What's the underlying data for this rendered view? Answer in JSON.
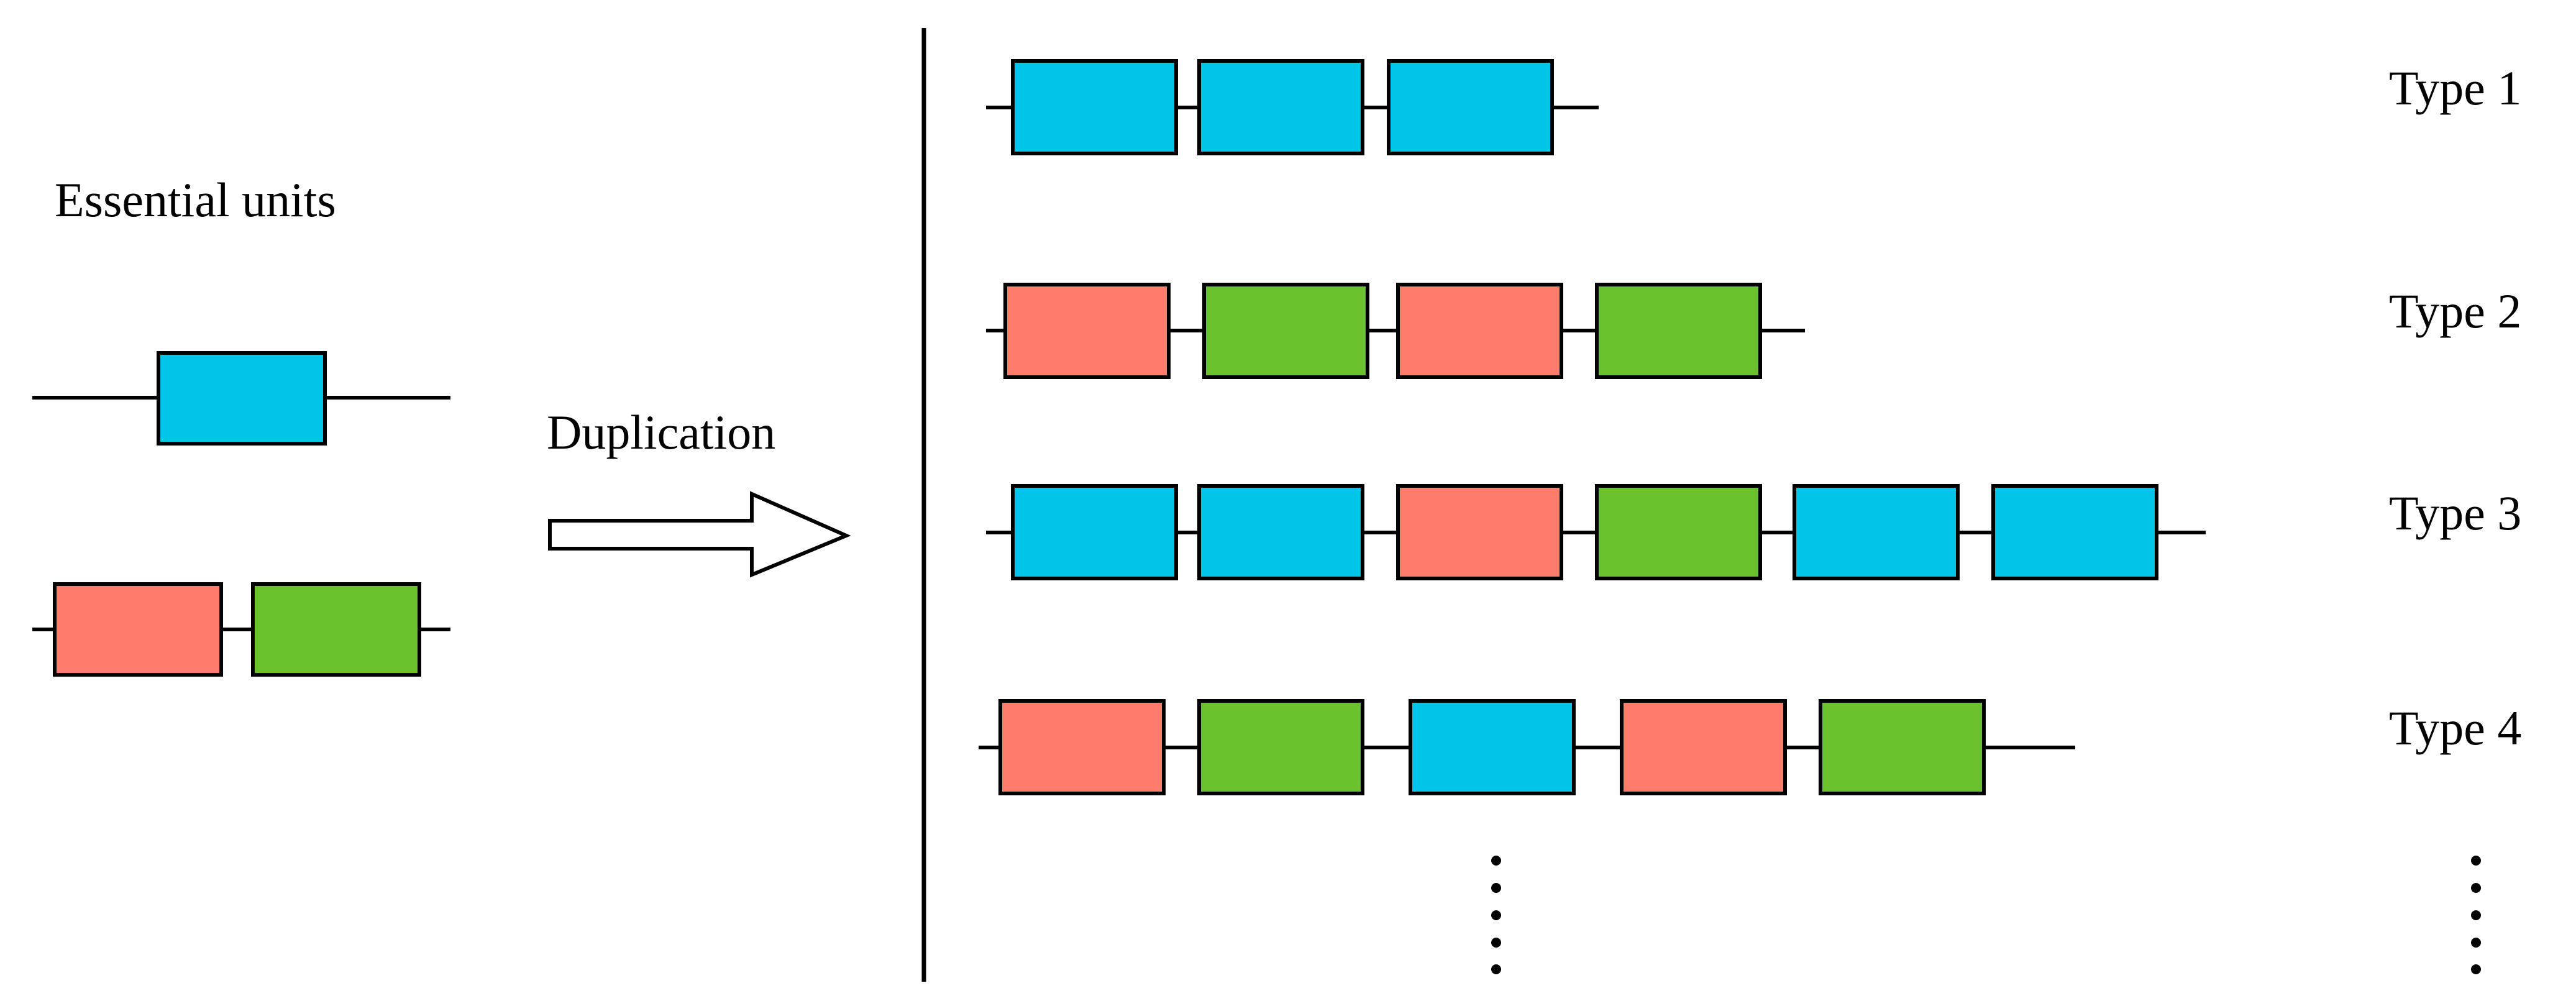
{
  "colors": {
    "blue": "#00C5E8",
    "red": "#FF7B6B",
    "green": "#6BC12B",
    "line": "#000000",
    "background": "#FFFFFF"
  },
  "left_panel": {
    "title": "Essential units",
    "units": [
      {
        "name": "single-unit",
        "blocks": [
          "blue"
        ]
      },
      {
        "name": "paired-unit",
        "blocks": [
          "red",
          "green"
        ]
      }
    ]
  },
  "arrow": {
    "label": "Duplication"
  },
  "types": [
    {
      "label": "Type 1",
      "blocks": [
        "blue",
        "blue",
        "blue"
      ]
    },
    {
      "label": "Type 2",
      "blocks": [
        "red",
        "green",
        "red",
        "green"
      ]
    },
    {
      "label": "Type 3",
      "blocks": [
        "blue",
        "blue",
        "red",
        "green",
        "blue",
        "blue"
      ]
    },
    {
      "label": "Type 4",
      "blocks": [
        "red",
        "green",
        "blue",
        "red",
        "green"
      ]
    }
  ],
  "continuation": {
    "icon": "vertical-ellipsis-icon"
  }
}
